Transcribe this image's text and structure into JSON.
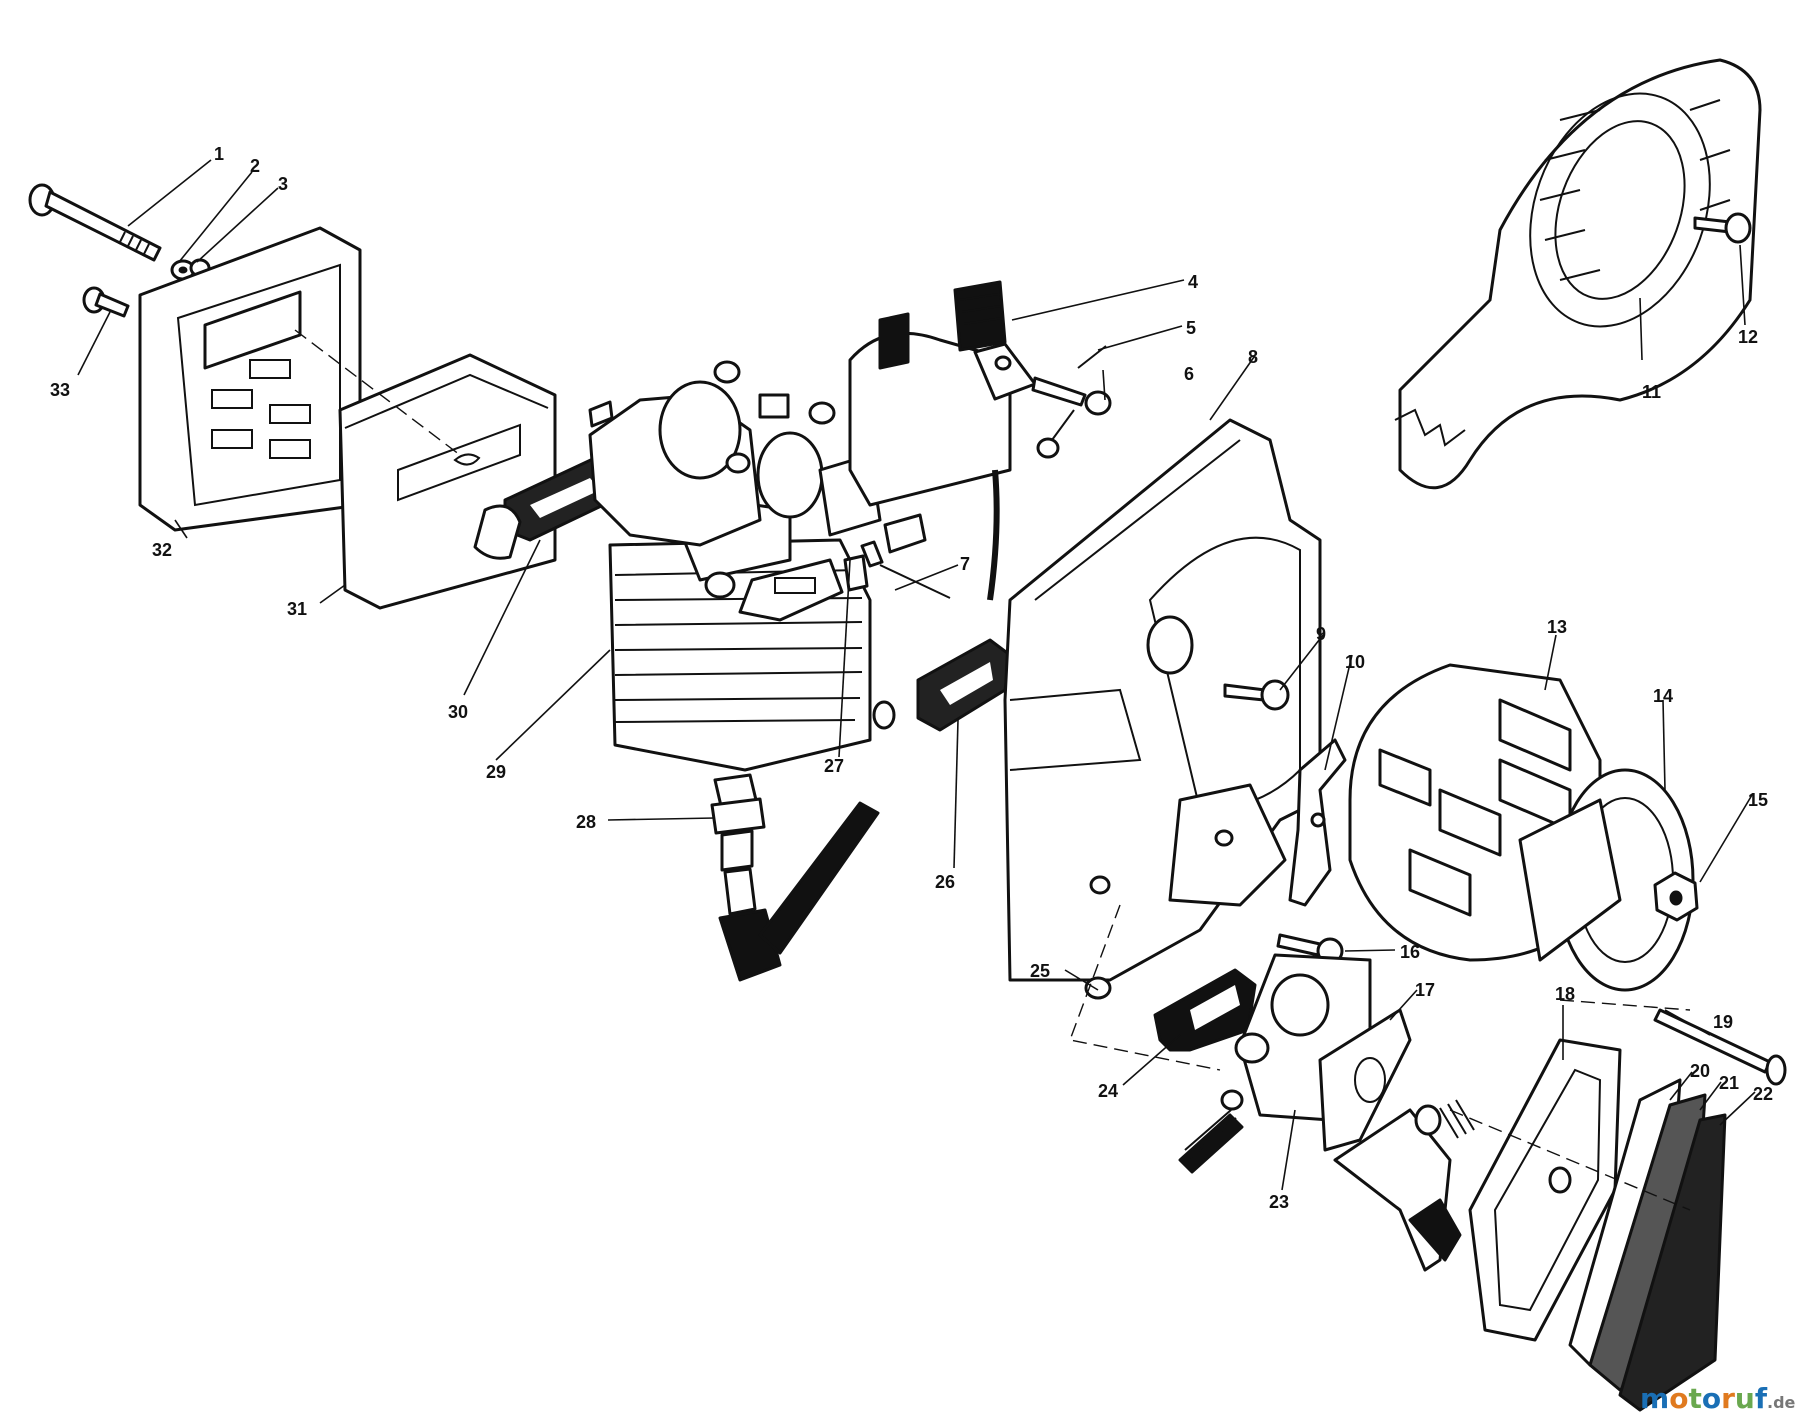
{
  "labels": [
    "1",
    "2",
    "3",
    "4",
    "5",
    "6",
    "7",
    "8",
    "9",
    "10",
    "11",
    "12",
    "13",
    "14",
    "15",
    "16",
    "17",
    "18",
    "19",
    "20",
    "21",
    "22",
    "23",
    "24",
    "25",
    "26",
    "27",
    "28",
    "29",
    "30",
    "31",
    "32",
    "33"
  ],
  "watermark": {
    "main": "motoruf",
    "suffix": ".de",
    "colors": [
      "#1a6fb5",
      "#e07a1f",
      "#6aa84f"
    ]
  }
}
